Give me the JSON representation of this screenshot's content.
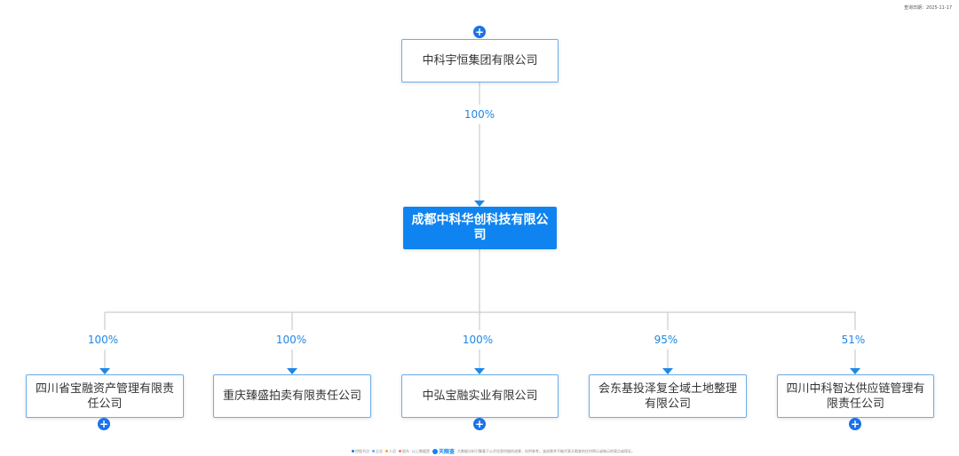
{
  "query_date": "查询日期：2025-11-17",
  "root": {
    "name": "中科宇恒集团有限公司"
  },
  "root_percent": "100%",
  "center": {
    "name": "成都中科华创科技有限公司"
  },
  "subsidiaries": [
    {
      "name": "四川省宝融资产管理有限责任公司",
      "percent": "100%"
    },
    {
      "name": "重庆臻盛拍卖有限责任公司",
      "percent": "100%"
    },
    {
      "name": "中弘宝融实业有限公司",
      "percent": "100%"
    },
    {
      "name": "会东基投泽复全域土地整理有限公司",
      "percent": "95%"
    },
    {
      "name": "四川中科智达供应链管理有限责任公司",
      "percent": "51%"
    }
  ],
  "footer": {
    "legend": [
      "控股节点",
      "企业",
      "人员",
      "股东"
    ],
    "prefix": "以上数据是",
    "brand": "天眼查",
    "disclaimer": "大数据分析引擎基于公开信息挖掘的成果，仅供参考。该成果并不能代表天眼查的任何明示或暗示的观点或保证。"
  },
  "colors": {
    "primary": "#0f84f0",
    "line": "#cccccc",
    "arrow": "#1e88e5",
    "percent": "#1e88e5",
    "legend_dots": [
      "#1a73e8",
      "#66aaf0",
      "#f5a623",
      "#ff6b6b"
    ]
  }
}
